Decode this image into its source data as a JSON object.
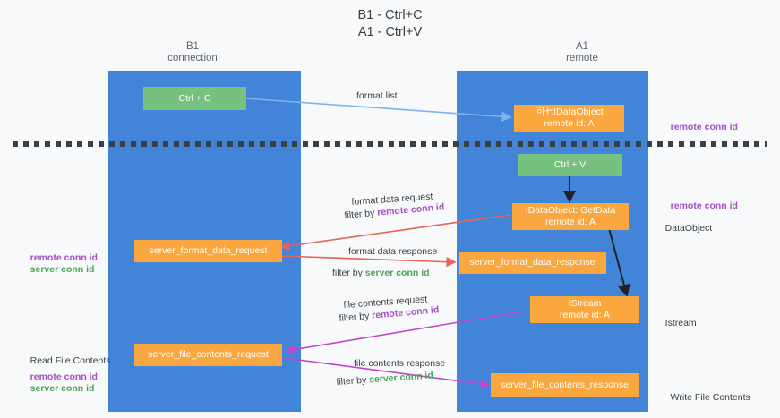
{
  "title": "B1 - Ctrl+C\nA1 - Ctrl+V",
  "columns": {
    "left": {
      "name": "B1",
      "role": "connection",
      "text": "B1\nconnection"
    },
    "right": {
      "name": "A1",
      "role": "remote",
      "text": "A1\nremote"
    }
  },
  "nodes": {
    "ctrl_c": {
      "label": "Ctrl + C",
      "color": "#76c080"
    },
    "ctrl_v": {
      "label": "Ctrl + V",
      "color": "#76c080"
    },
    "data_object_remote": {
      "label": "回七IDataObject\nremote id: A",
      "color": "#f9a73e"
    },
    "get_data": {
      "label": "IDataObject::GetData\nremote id: A",
      "color": "#f9a73e"
    },
    "server_format_data_request": {
      "label": "server_format_data_request",
      "color": "#f9a73e"
    },
    "server_format_data_response": {
      "label": "server_format_data_response",
      "color": "#f9a73e"
    },
    "istream": {
      "label": "IStream\nremote id: A",
      "color": "#f9a73e"
    },
    "server_file_contents_request": {
      "label": "server_file_contents_request",
      "color": "#f9a73e"
    },
    "server_file_contents_response": {
      "label": "server_file_contents_response",
      "color": "#f9a73e"
    }
  },
  "edge_labels": {
    "format_list": "format list",
    "format_data_request": "format data request",
    "format_data_request_filter_prefix": "filter by ",
    "format_data_request_filter_key": "remote conn id",
    "format_data_response": "format data response",
    "format_data_response_filter_prefix": "filter by ",
    "format_data_response_filter_key": "server conn id",
    "file_contents_request": "file contents request",
    "file_contents_request_filter_prefix": "filter by ",
    "file_contents_request_filter_key": "remote conn id",
    "file_contents_response": "file contents response",
    "file_contents_response_filter_prefix": "filter by ",
    "file_contents_response_filter_key": "server conn id"
  },
  "left_labels": {
    "remote_conn_id": "remote conn id",
    "server_conn_id": "server conn id",
    "read_file_contents": "Read File Contents",
    "remote_conn_id_2": "remote conn id",
    "server_conn_id_2": "server conn id"
  },
  "right_labels": {
    "remote_conn_id_top": "remote conn id",
    "remote_conn_id_mid": "remote conn id",
    "data_object": "DataObject",
    "istream": "Istream",
    "write_file_contents": "Write File Contents"
  },
  "colors": {
    "lane": "#4285d8",
    "orange": "#f9a73e",
    "green": "#76c080",
    "purple": "#a64ec4",
    "green_text": "#4aa35a",
    "arrow_blue": "#7fb3e8",
    "arrow_red": "#e8615a",
    "arrow_magenta": "#c044cc",
    "arrow_black": "#202124",
    "background": "#f8f9fa"
  }
}
